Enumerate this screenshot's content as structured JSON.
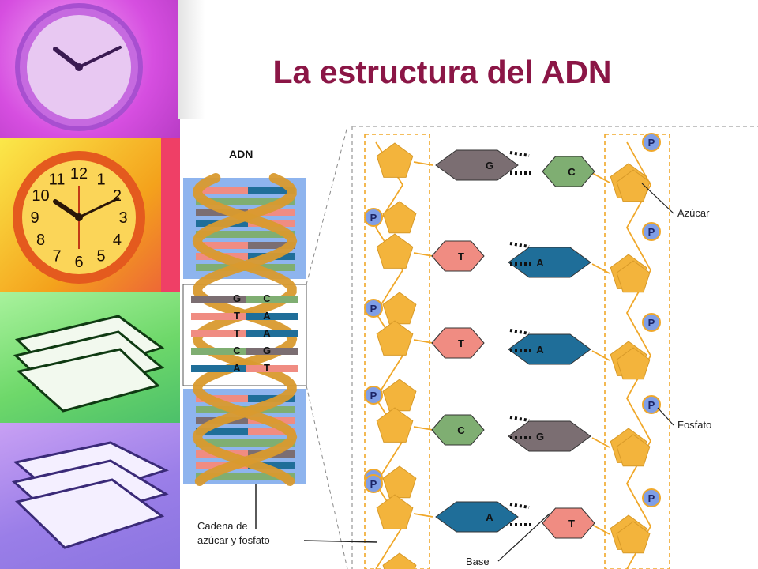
{
  "slide": {
    "title": "La estructura del ADN"
  },
  "sidebar": {
    "panels": [
      {
        "name": "clock-purple",
        "color": "#d64ee0"
      },
      {
        "name": "clock-orange",
        "color": "#f7c21e"
      },
      {
        "name": "books-green",
        "color": "#7ce47a"
      },
      {
        "name": "books-purple",
        "color": "#9a7ee8"
      }
    ],
    "clock_numbers": [
      "12",
      "1",
      "2",
      "3",
      "4",
      "5",
      "6",
      "7",
      "8",
      "9",
      "10",
      "11"
    ]
  },
  "diagram": {
    "heading": "ADN",
    "labels": {
      "sugar": "Azúcar",
      "phosphate": "Fosfato",
      "backbone_line1": "Cadena de",
      "backbone_line2": "azúcar y fosfato",
      "base": "Base"
    },
    "phosphate_letter": "P",
    "colors": {
      "G": "#7b6e72",
      "C": "#7fae72",
      "T": "#f08c82",
      "A": "#1f6e99",
      "sugar": "#f3b43c",
      "phosphate": "#7f9ee6",
      "helix_bg": "#8eb4ee",
      "helix_ribbon": "#d99a2e"
    },
    "pairs": [
      {
        "left": "G",
        "right": "C"
      },
      {
        "left": "T",
        "right": "A"
      },
      {
        "left": "T",
        "right": "A"
      },
      {
        "left": "C",
        "right": "G"
      },
      {
        "left": "A",
        "right": "T"
      }
    ],
    "zoom_pairs": [
      {
        "left": "G",
        "right": "C"
      },
      {
        "left": "T",
        "right": "A"
      },
      {
        "left": "T",
        "right": "A"
      },
      {
        "left": "C",
        "right": "G"
      },
      {
        "left": "A",
        "right": "T"
      }
    ]
  }
}
